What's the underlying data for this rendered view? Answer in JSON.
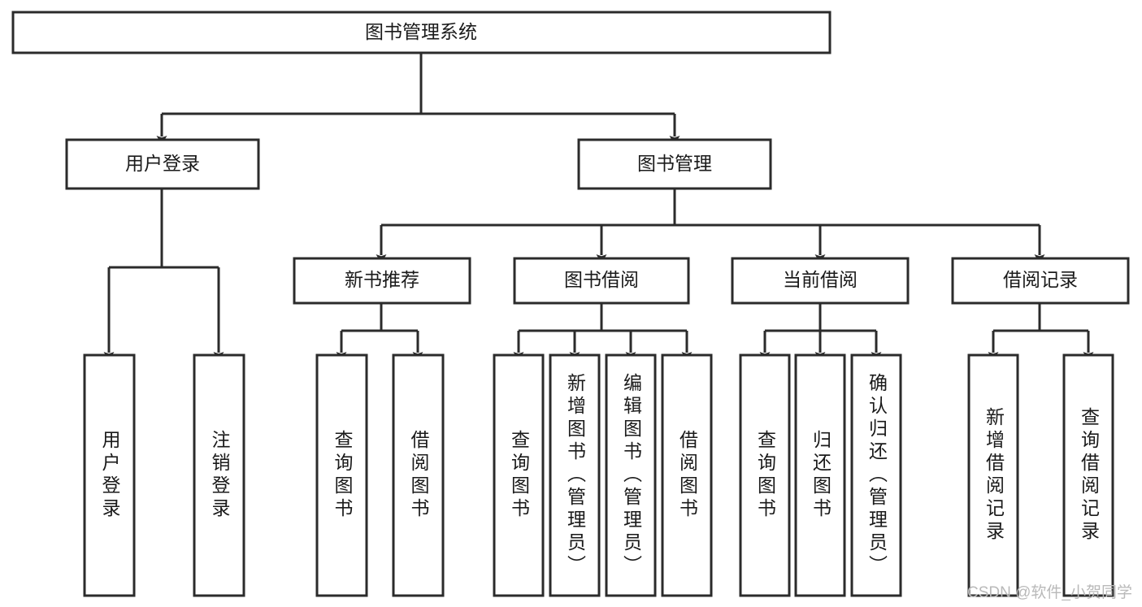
{
  "diagram": {
    "title": "图书管理系统",
    "type": "hierarchy-tree",
    "watermark": "CSDN @软件_小贺同学",
    "colors": {
      "box_fill": "#ffffff",
      "box_stroke": "#2b2b2b",
      "text": "#1a1a1a",
      "watermark": "#b9b9b9",
      "background": "#ffffff"
    },
    "root": {
      "label": "图书管理系统"
    },
    "level2": [
      {
        "label": "用户登录"
      },
      {
        "label": "图书管理"
      }
    ],
    "level3": [
      {
        "label": "新书推荐"
      },
      {
        "label": "图书借阅"
      },
      {
        "label": "当前借阅"
      },
      {
        "label": "借阅记录"
      }
    ],
    "leaves": {
      "user_login": [
        {
          "label": "用户登录"
        },
        {
          "label": "注销登录"
        }
      ],
      "new_book": [
        {
          "label": "查询图书"
        },
        {
          "label": "借阅图书"
        }
      ],
      "book_borrow": [
        {
          "label": "查询图书"
        },
        {
          "label": "新增图书（管理员）"
        },
        {
          "label": "编辑图书（管理员）"
        },
        {
          "label": "借阅图书"
        }
      ],
      "current_borrow": [
        {
          "label": "查询图书"
        },
        {
          "label": "归还图书"
        },
        {
          "label": "确认归还（管理员）"
        }
      ],
      "borrow_record": [
        {
          "label": "新增借阅记录"
        },
        {
          "label": "查询借阅记录"
        }
      ]
    }
  }
}
